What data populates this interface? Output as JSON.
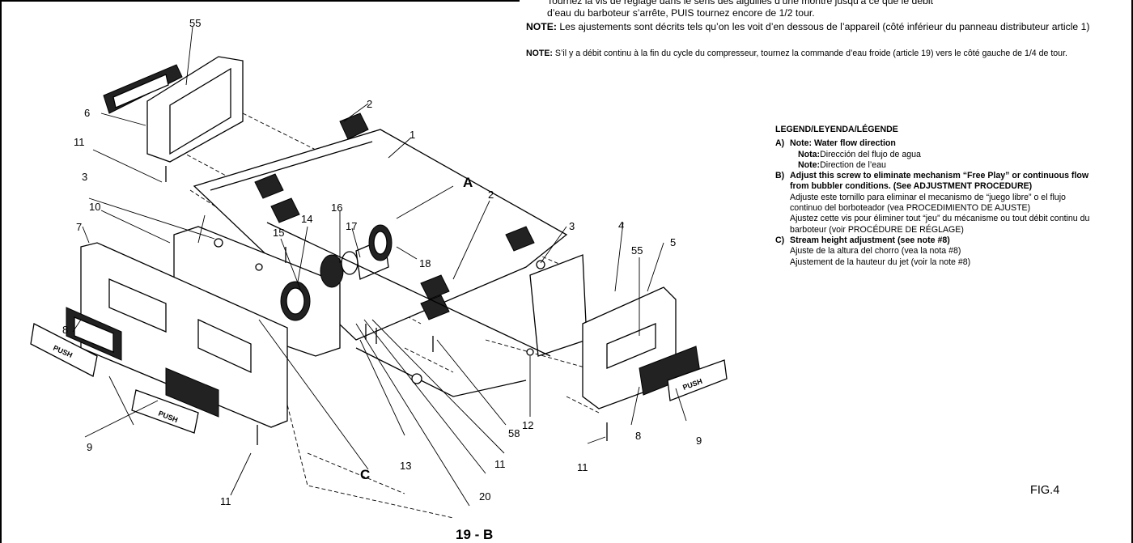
{
  "notes": {
    "line1": "Tournez la vis de réglage dans le sens des aiguilles d’une montre jusqu’à ce que le débit",
    "line2": "d’eau du barboteur s’arrête, PUIS tournez encore de 1/2 tour.",
    "note1_label": "NOTE:",
    "note1_text": "Les ajustements sont décrits tels qu’on les voit d’en dessous de l’appareil (côté inférieur du panneau distributeur article 1)",
    "note2_label": "NOTE:",
    "note2_text": "S’il y a débit continu à la fin du cycle du compresseur, tournez la commande d’eau froide (article 19) vers le côté gauche de 1/4 de tour."
  },
  "legend": {
    "title": "LEGEND/LEYENDA/LÉGENDE",
    "items": [
      {
        "letter": "A)",
        "en": "Note: Water flow direction",
        "es_label": "Nota:",
        "es": "Dirección del flujo de agua",
        "fr_label": "Note:",
        "fr": "Direction de l’eau"
      },
      {
        "letter": "B)",
        "en": "Adjust this screw to eliminate mechanism “Free Play” or continuous flow from bubbler conditions.  (See ADJUSTMENT PROCEDURE)",
        "es": "Adjuste este tornillo para eliminar el mecanismo de “juego libre” o el flujo continuo del borboteador (vea PROCEDIMIENTO DE AJUSTE)",
        "fr": "Ajustez cette vis pour éliminer tout “jeu” du mécanisme ou tout débit continu du barboteur (voir PROCÉDURE DE RÉGLAGE)"
      },
      {
        "letter": "C)",
        "en": "Stream height adjustment (see note #8)",
        "es": "Ajuste de la altura del chorro (vea la nota #8)",
        "fr": "Ajustement de la hauteur du jet (voir la note #8)"
      }
    ]
  },
  "figure_label": "FIG.4",
  "callouts": {
    "c55a": "55",
    "c2a": "2",
    "c6": "6",
    "c1": "1",
    "c11a": "11",
    "c3a": "3",
    "cA": "A",
    "c2b": "2",
    "c10": "10",
    "c14": "14",
    "c16": "16",
    "c7": "7",
    "c15": "15",
    "c17": "17",
    "c18": "18",
    "c3b": "3",
    "c4": "4",
    "c5": "5",
    "c55b": "55",
    "c8a": "8",
    "c12": "12",
    "c58": "58",
    "c9a": "9",
    "c11b": "11",
    "c8b": "8",
    "c9b": "9",
    "c13": "13",
    "cC": "C",
    "c11c": "11",
    "c11d": "11",
    "c20": "20",
    "c19B": "19 - B"
  },
  "push_label": "PUSH"
}
